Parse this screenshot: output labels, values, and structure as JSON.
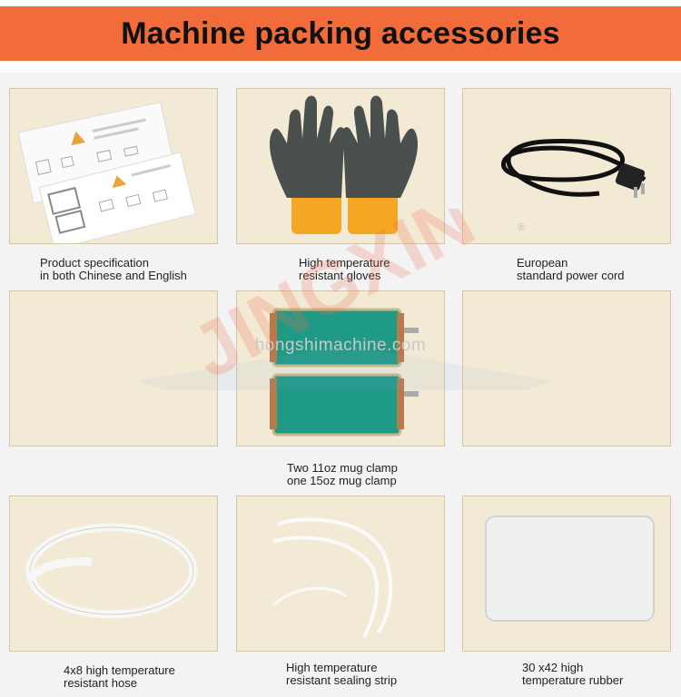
{
  "header": {
    "title": "Machine packing accessories"
  },
  "watermark": {
    "brand": "JINGXIN",
    "url": "hongshimachine.com",
    "registered": "®"
  },
  "items": [
    {
      "line1": "Product specification",
      "line2": "in both Chinese and English"
    },
    {
      "line1": "High temperature",
      "line2": "resistant gloves"
    },
    {
      "line1": "European",
      "line2": "standard power cord"
    },
    {
      "line1": "Two 11oz mug clamp",
      "line2": "one 15oz mug clamp"
    },
    {
      "line1": "4x8 high temperature",
      "line2": "resistant hose"
    },
    {
      "line1": "High temperature",
      "line2": "resistant sealing strip"
    },
    {
      "line1": "30 x42 high",
      "line2": "temperature rubber"
    }
  ]
}
